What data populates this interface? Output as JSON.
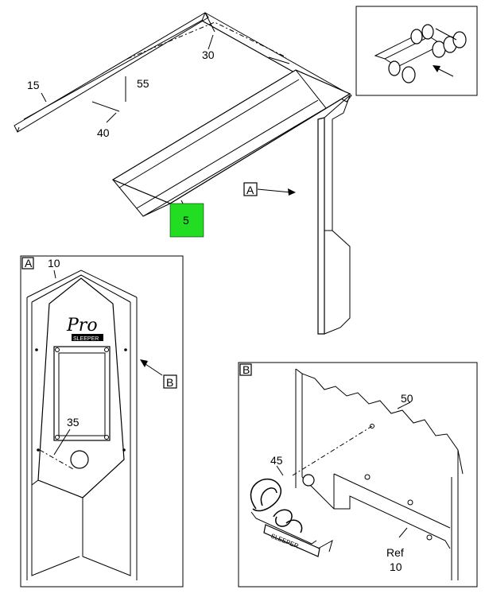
{
  "callouts": {
    "c5": "5",
    "c10": "10",
    "c15": "15",
    "c30": "30",
    "c35": "35",
    "c40": "40",
    "c45": "45",
    "c50": "50",
    "c55": "55",
    "ref_word": "Ref",
    "ref_num": "10"
  },
  "view_tags": {
    "a_pointer": "A",
    "b_pointer": "B",
    "a_box": "A",
    "b_box": "B"
  },
  "logo_text": {
    "script": "Pro",
    "word": "SLEEPER"
  },
  "colors": {
    "highlight": "#22dd22",
    "line": "#000000"
  }
}
